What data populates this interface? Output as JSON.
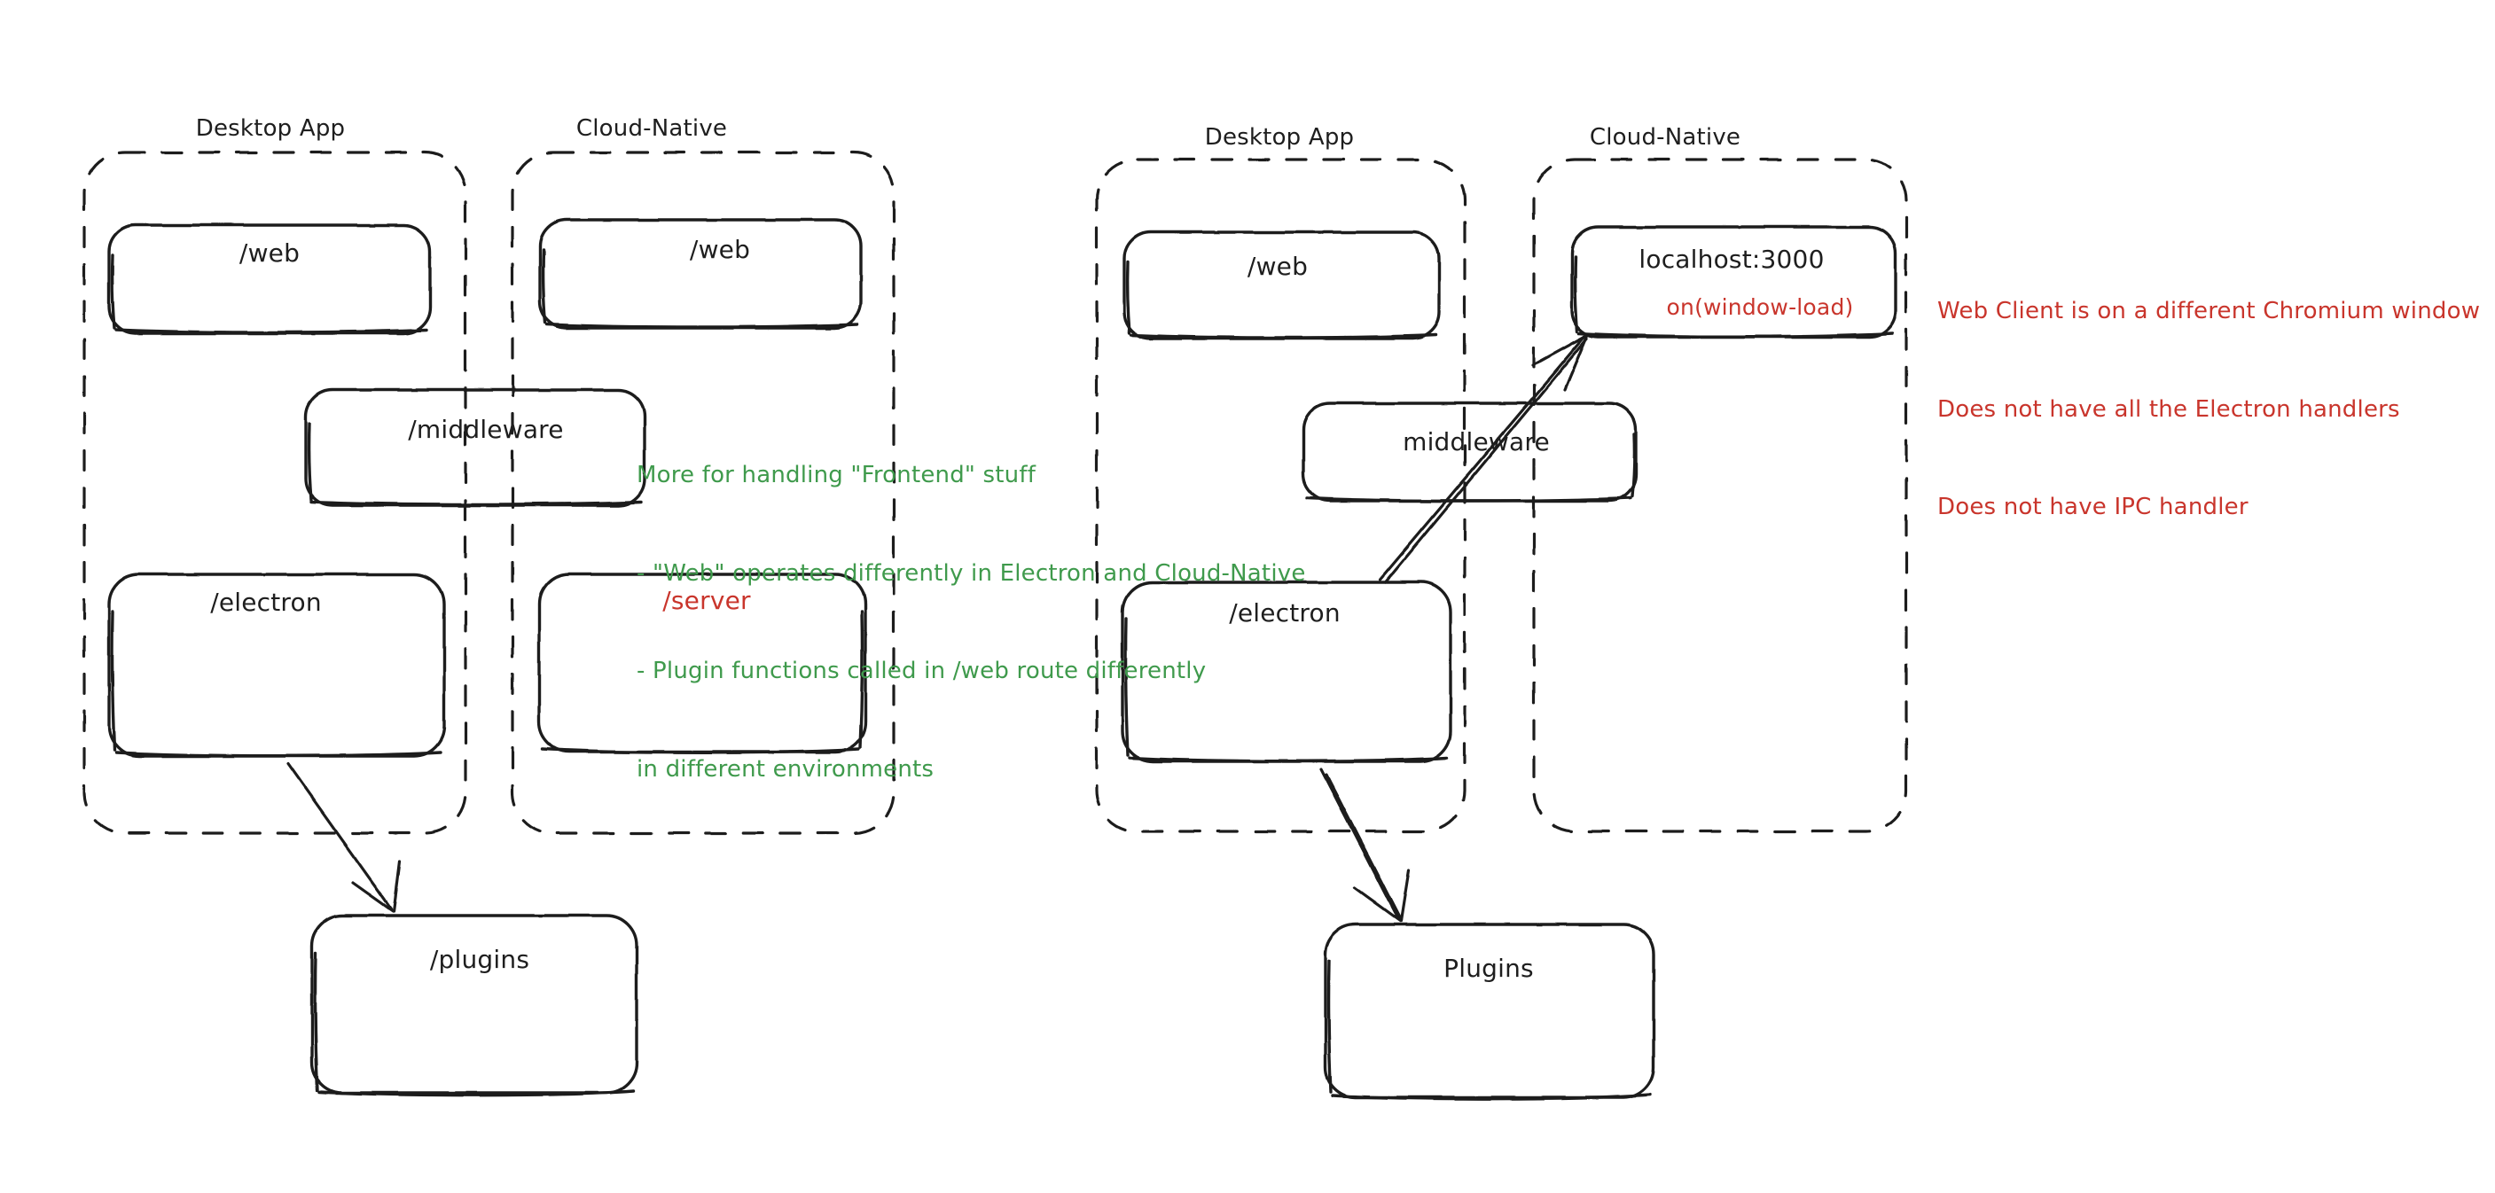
{
  "diagram": {
    "title_hint": "Electron desktop app vs cloud-native architecture comparison",
    "background": "#ffffff",
    "stroke_color": "#1e1e1e",
    "green": "#3f9a4c",
    "red": "#c9352c"
  },
  "left_panel": {
    "groups": [
      {
        "id": "left-desktop",
        "label": "Desktop App"
      },
      {
        "id": "left-cloud",
        "label": "Cloud-Native"
      }
    ],
    "nodes": [
      {
        "id": "left-desktop-web",
        "label": "/web",
        "color": "#1e1e1e"
      },
      {
        "id": "left-cloud-web",
        "label": "/web",
        "color": "#1e1e1e"
      },
      {
        "id": "left-middleware",
        "label": "/middleware",
        "color": "#1e1e1e"
      },
      {
        "id": "left-electron",
        "label": "/electron",
        "color": "#1e1e1e"
      },
      {
        "id": "left-server",
        "label": "/server",
        "color": "#c9352c"
      },
      {
        "id": "left-plugins",
        "label": "/plugins",
        "color": "#1e1e1e"
      }
    ],
    "annotation": {
      "color": "#3f9a4c",
      "lines": [
        "More for handling \"Frontend\" stuff",
        "- \"Web\" operates differently in Electron and Cloud-Native",
        "- Plugin functions called in /web route differently",
        "in different environments"
      ]
    },
    "arrows": [
      {
        "id": "left-electron-to-plugins",
        "from": "left-electron",
        "to": "left-plugins"
      }
    ]
  },
  "right_panel": {
    "groups": [
      {
        "id": "right-desktop",
        "label": "Desktop App"
      },
      {
        "id": "right-cloud",
        "label": "Cloud-Native"
      }
    ],
    "nodes": [
      {
        "id": "right-desktop-web",
        "label": "/web",
        "color": "#1e1e1e"
      },
      {
        "id": "right-localhost",
        "label": "localhost:3000",
        "sublabel": "on(window-load)",
        "sublabel_color": "#c9352c",
        "color": "#1e1e1e"
      },
      {
        "id": "right-middleware",
        "label": "middleware",
        "color": "#1e1e1e"
      },
      {
        "id": "right-electron",
        "label": "/electron",
        "color": "#1e1e1e"
      },
      {
        "id": "right-plugins",
        "label": "Plugins",
        "color": "#1e1e1e"
      }
    ],
    "annotation": {
      "color": "#c9352c",
      "lines": [
        "Web Client is on a different Chromium window",
        "Does not have all the Electron handlers",
        "Does not have IPC handler"
      ]
    },
    "arrows": [
      {
        "id": "right-electron-to-plugins",
        "from": "right-electron",
        "to": "right-plugins"
      },
      {
        "id": "right-electron-to-localhost",
        "from": "right-electron",
        "to": "right-localhost"
      }
    ]
  }
}
